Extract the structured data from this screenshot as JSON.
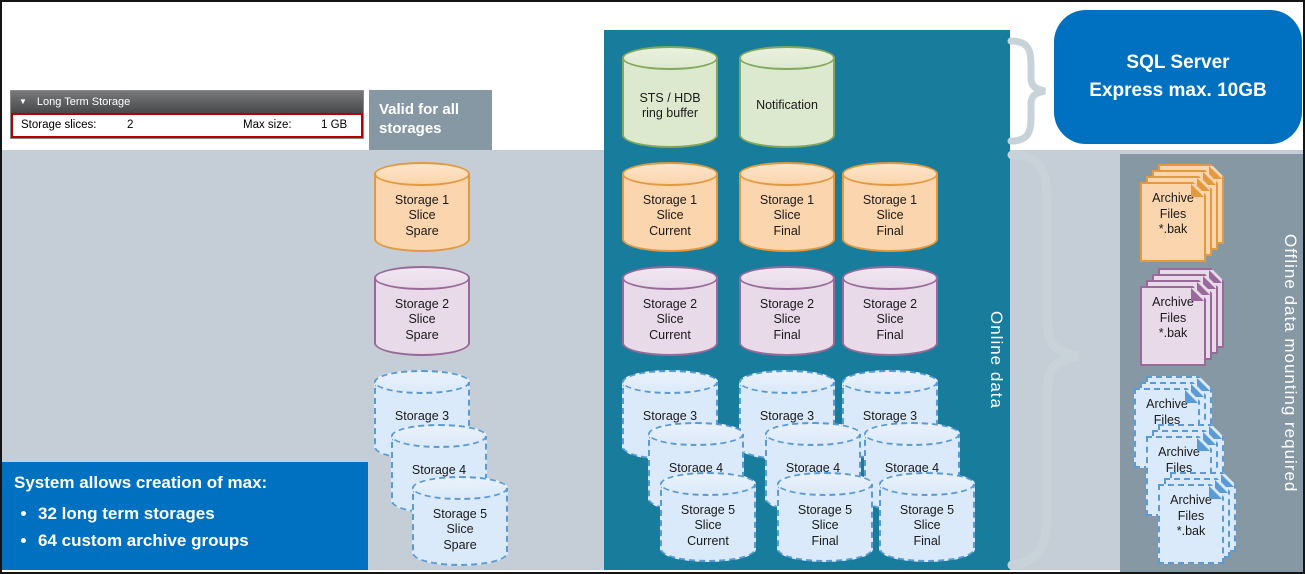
{
  "widget": {
    "collapse_icon": "▼",
    "header": "Long Term Storage",
    "field1_label": "Storage slices:",
    "field1_value": "2",
    "field2_label": "Max size:",
    "field2_value": "1 GB"
  },
  "labels": {
    "valid": "Valid for all\nstorages",
    "online": "Online data",
    "offline": "Offline data mounting required",
    "sql": "SQL Server\nExpress max. 10GB"
  },
  "max_box": {
    "title": "System allows creation of max:",
    "bullets": [
      "32 long term storages",
      "64 custom archive groups"
    ]
  },
  "cyl": {
    "left": [
      "Storage 1\nSlice\nSpare",
      "Storage 2\nSlice\nSpare",
      "Storage 3\nSlice",
      "Storage 4\nSlice",
      "Storage 5\nSlice\nSpare"
    ],
    "green": [
      "STS / HDB\nring buffer",
      "Notification"
    ],
    "s1": [
      "Storage 1\nSlice\nCurrent",
      "Storage 1\nSlice\nFinal",
      "Storage 1\nSlice\nFinal"
    ],
    "s2": [
      "Storage 2\nSlice\nCurrent",
      "Storage 2\nSlice\nFinal",
      "Storage 2\nSlice\nFinal"
    ],
    "s3": [
      "Storage 3\nSlice",
      "Storage 3\nSlice",
      "Storage 3\nSlice"
    ],
    "s4": [
      "Storage 4\nSlice",
      "Storage 4\nSlice",
      "Storage 4\nSlice"
    ],
    "s5": [
      "Storage 5\nSlice\nCurrent",
      "Storage 5\nSlice\nFinal",
      "Storage 5\nSlice\nFinal"
    ]
  },
  "archive": {
    "solid": [
      "Archive\nFiles\n*.bak",
      "Archive\nFiles\n*.bak"
    ],
    "dashed": [
      "Archive\nFiles",
      "Archive\nFiles",
      "Archive\nFiles\n*.bak"
    ]
  }
}
